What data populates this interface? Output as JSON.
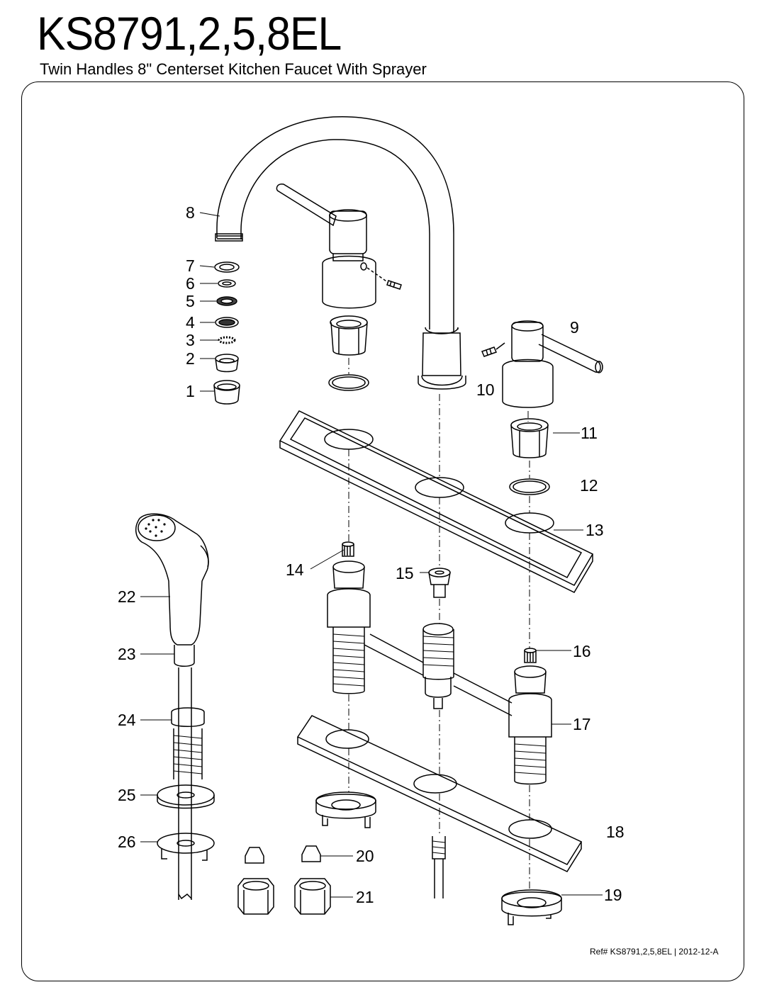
{
  "header": {
    "title": "KS8791,2,5,8EL",
    "subtitle": "Twin Handles 8\" Centerset Kitchen Faucet With Sprayer"
  },
  "footer": {
    "reference": "Ref# KS8791,2,5,8EL | 2012-12-A"
  },
  "callouts": {
    "c1": "1",
    "c2": "2",
    "c3": "3",
    "c4": "4",
    "c5": "5",
    "c6": "6",
    "c7": "7",
    "c8": "8",
    "c9": "9",
    "c10": "10",
    "c11": "11",
    "c12": "12",
    "c13": "13",
    "c14": "14",
    "c15": "15",
    "c16": "16",
    "c17": "17",
    "c18": "18",
    "c19": "19",
    "c20": "20",
    "c21": "21",
    "c22": "22",
    "c23": "23",
    "c24": "24",
    "c25": "25",
    "c26": "26"
  }
}
